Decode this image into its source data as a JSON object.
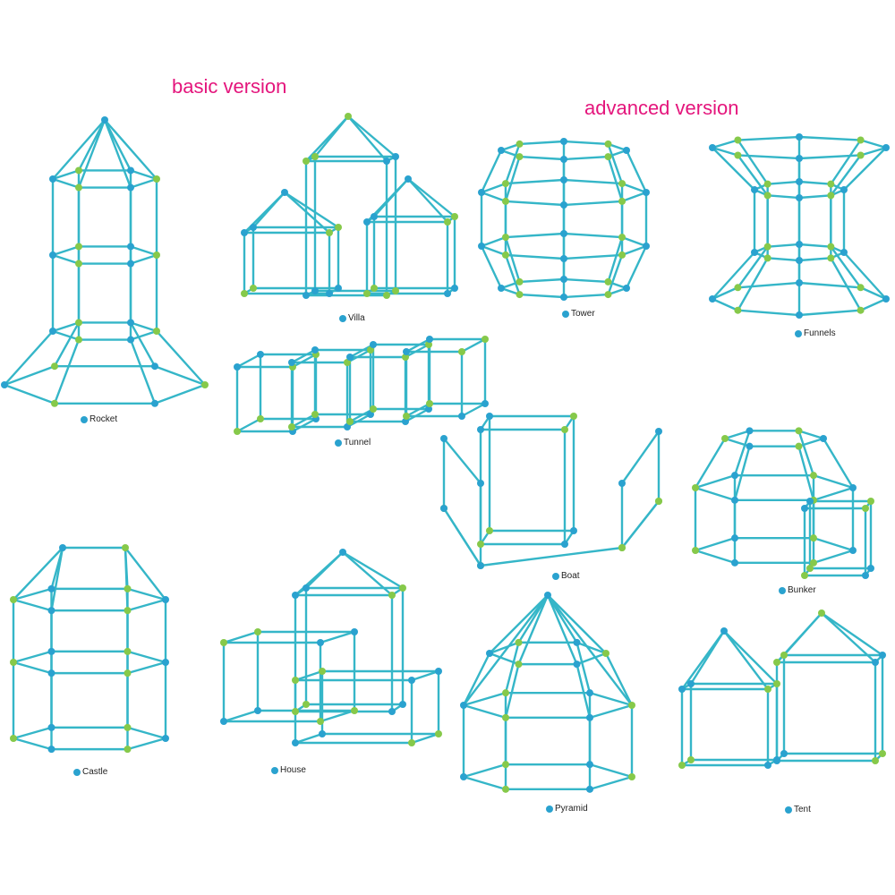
{
  "headings": {
    "basic": "basic version",
    "advanced": "advanced  version"
  },
  "colors": {
    "heading": "#e4157c",
    "rod": "#35b6c8",
    "joint_blue": "#2aa2cf",
    "joint_green": "#86c94a",
    "label_dot": "#2aa2cf"
  },
  "models": [
    {
      "id": "rocket",
      "label": "Rocket"
    },
    {
      "id": "villa",
      "label": "Villa"
    },
    {
      "id": "tower",
      "label": "Tower"
    },
    {
      "id": "funnels",
      "label": "Funnels"
    },
    {
      "id": "tunnel",
      "label": "Tunnel"
    },
    {
      "id": "boat",
      "label": "Boat"
    },
    {
      "id": "bunker",
      "label": "Bunker"
    },
    {
      "id": "castle",
      "label": "Castle"
    },
    {
      "id": "house",
      "label": "House"
    },
    {
      "id": "pyramid",
      "label": "Pyramid"
    },
    {
      "id": "tent",
      "label": "Tent"
    }
  ]
}
